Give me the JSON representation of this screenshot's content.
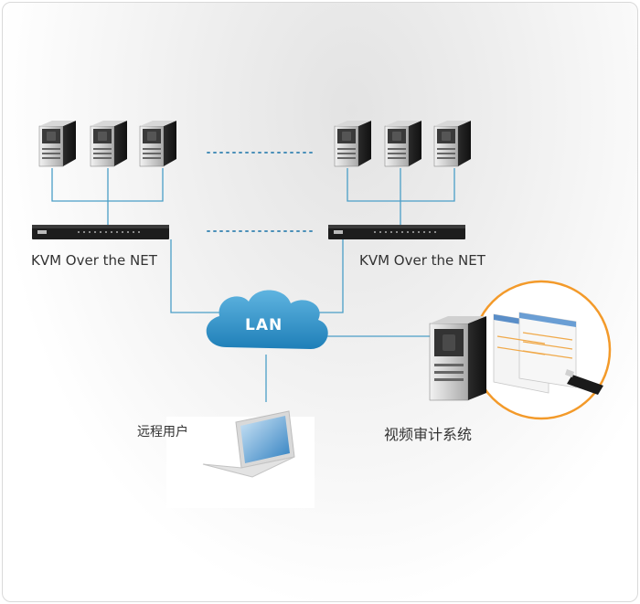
{
  "labels": {
    "kvm_left": "KVM Over the NET",
    "kvm_right": "KVM Over the NET",
    "network": "LAN",
    "remote_user": "远程用户",
    "video_audit": "视频审计系统"
  },
  "colors": {
    "line": "#4a9ec7",
    "cloud": "#2a8bc2",
    "ring": "#f39a2a",
    "dots": "#4a8fb8"
  },
  "icons": [
    "tower-pc-icon",
    "kvm-switch-icon",
    "cloud-icon",
    "laptop-icon",
    "server-icon",
    "usb-key-icon"
  ]
}
